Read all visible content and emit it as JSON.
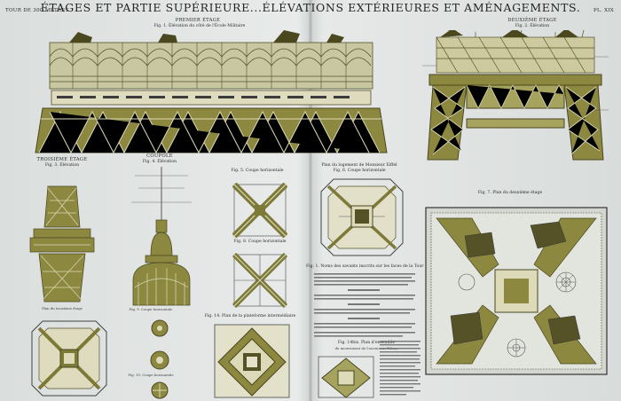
{
  "header": {
    "left": "TOUR DE 300 MÈTRES",
    "title": "ÉTAGES ET PARTIE SUPÉRIEURE...ÉLÉVATIONS EXTÉRIEURES ET AMÉNAGEMENTS.",
    "right": "PL. XIX"
  },
  "figures": {
    "fig1": {
      "section": "PREMIER ÉTAGE",
      "caption": "Fig. 1. Élévation du côté de l'École Militaire"
    },
    "fig2": {
      "section": "DEUXIÈME ÉTAGE",
      "caption": "Fig. 2. Élévation"
    },
    "fig3": {
      "section": "TROISIÈME ÉTAGE",
      "caption": "Fig. 3. Élévation",
      "sub": "Plan du troisième étage"
    },
    "fig4": {
      "section": "COUPOLE",
      "caption": "Fig. 4. Élévation"
    },
    "fig5": {
      "caption": "Fig. 5. Coupe horizontale"
    },
    "fig6": {
      "section": "Plan du logement de Monsieur Eiffel",
      "caption": "Fig. 6. Coupe horizontale"
    },
    "fig7": {
      "caption": "Fig. 7. Plan du deuxième étage"
    },
    "fig8": {
      "caption": "Fig. 8. Coupe horizontale"
    },
    "fig9": {
      "caption": "Fig. 9. Coupe horizontale"
    },
    "fig10": {
      "caption": "Fig. 10. Coupe horizontale"
    },
    "fig14": {
      "caption": "Fig. 14. Plan de la plateforme intermédiaire"
    },
    "fig14b": {
      "caption": "Fig. 14bis. Plan d'ensemble",
      "sub": "du mouvement de l'ascenseur Edoux"
    },
    "legend": {
      "caption": "Fig. 1. Noms des savants inscrits sur les faces de la Tour"
    }
  },
  "colors": {
    "paper": "#dfe2e2",
    "olive": "#7d7a38",
    "olive_dark": "#555228",
    "ink": "#2a2a2a"
  }
}
